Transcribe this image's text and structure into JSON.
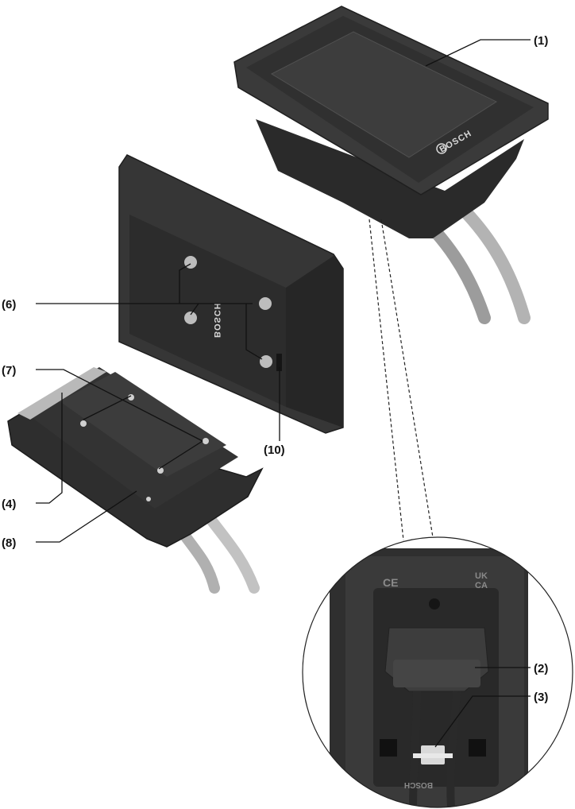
{
  "labels": {
    "l1": "(1)",
    "l2": "(2)",
    "l3": "(3)",
    "l4": "(4)",
    "l6": "(6)",
    "l7": "(7)",
    "l8": "(8)",
    "l10": "(10)"
  },
  "marks": {
    "brand_display": "BOSCH",
    "brand_holder": "BOSCH",
    "brand_connector": "BOSCH",
    "ce": "CE",
    "ukca_top": "UK",
    "ukca_bottom": "CA"
  },
  "colors": {
    "body_dark": "#2e2e2e",
    "body_mid": "#3b3b3b",
    "screen": "#353535",
    "cable": "#bdbdbd",
    "leader": "#111111"
  }
}
